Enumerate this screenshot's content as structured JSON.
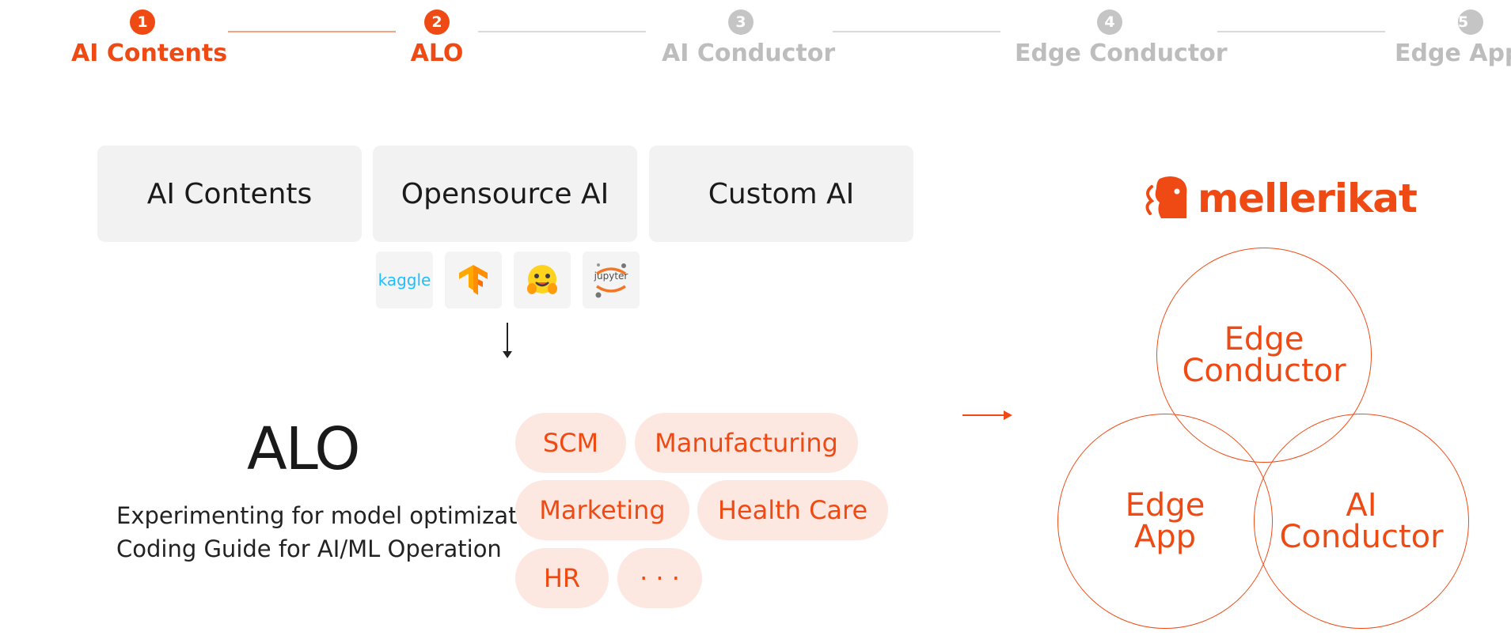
{
  "stepper": [
    {
      "number": "1",
      "label": "AI Contents",
      "state": "active"
    },
    {
      "number": "2",
      "label": "ALO",
      "state": "active"
    },
    {
      "number": "3",
      "label": "AI Conductor",
      "state": "inactive"
    },
    {
      "number": "4",
      "label": "Edge Conductor",
      "state": "inactive"
    },
    {
      "number": "5",
      "label": "Edge App",
      "state": "inactive"
    }
  ],
  "sources": [
    {
      "label": "AI Contents"
    },
    {
      "label": "Opensource AI"
    },
    {
      "label": "Custom AI"
    }
  ],
  "opensource_logos": [
    {
      "name": "kaggle",
      "text": "kaggle"
    },
    {
      "name": "tensorflow"
    },
    {
      "name": "hugging-face"
    },
    {
      "name": "jupyter",
      "text": "jupyter"
    }
  ],
  "alo": {
    "title": "ALO",
    "description_lines": [
      "Experimenting for model optimization",
      "Coding Guide for AI/ML Operation"
    ],
    "domains": [
      "SCM",
      "Manufacturing",
      "Marketing",
      "Health Care",
      "HR",
      "· · ·"
    ]
  },
  "platform": {
    "brand": "mellerikat",
    "components": [
      {
        "line1": "Edge",
        "line2": "Conductor"
      },
      {
        "line1": "Edge",
        "line2": "App"
      },
      {
        "line1": "AI",
        "line2": "Conductor"
      }
    ]
  },
  "colors": {
    "accent": "#f04a14",
    "accent_light": "#fde8e1",
    "inactive": "#bdbdbd",
    "box_bg": "#f2f2f2"
  }
}
